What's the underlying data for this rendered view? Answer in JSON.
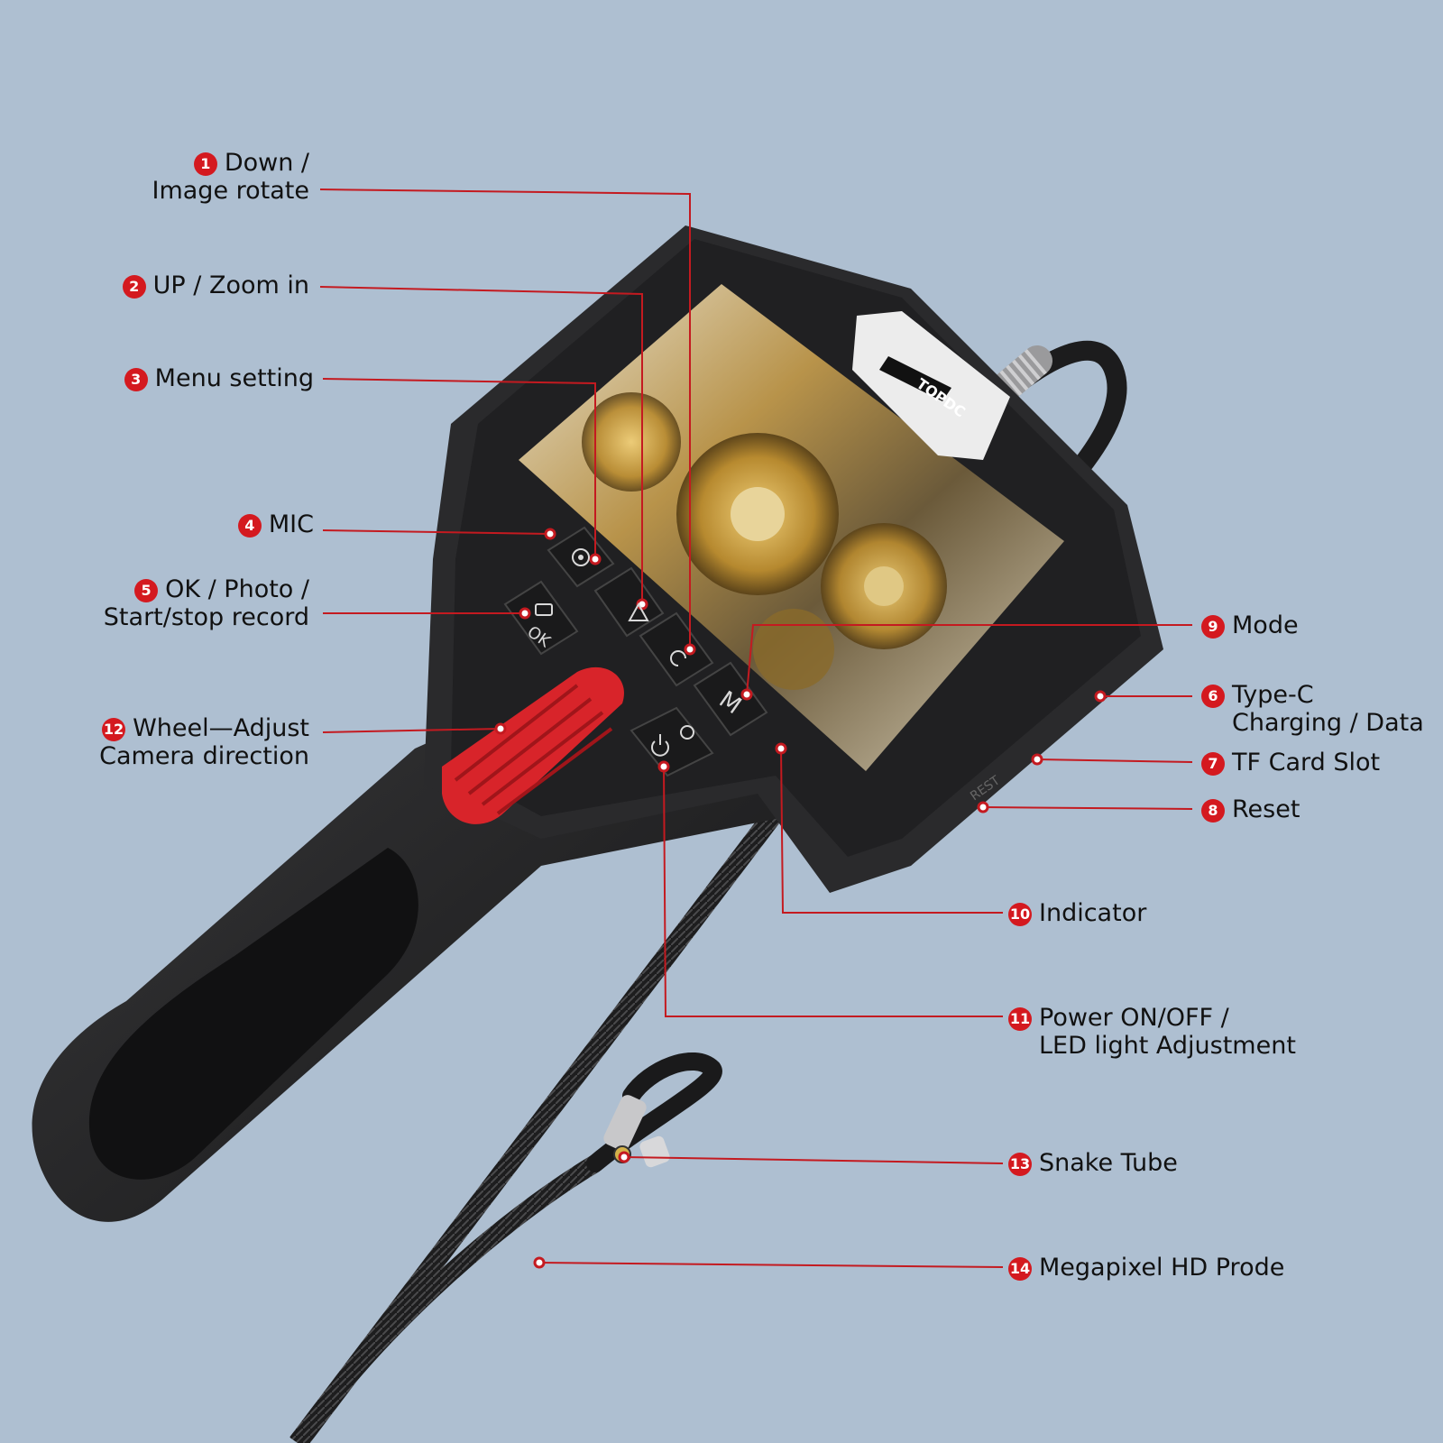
{
  "brand": {
    "logo_text": "TOPDC"
  },
  "device": {
    "ok_label": "OK",
    "mode_label": "M",
    "reset_label": "REST"
  },
  "callouts": [
    {
      "num": "1",
      "line1": "Down /",
      "line2": "Image rotate"
    },
    {
      "num": "2",
      "line1": "UP / Zoom in",
      "line2": ""
    },
    {
      "num": "3",
      "line1": "Menu setting",
      "line2": ""
    },
    {
      "num": "4",
      "line1": "MIC",
      "line2": ""
    },
    {
      "num": "5",
      "line1": "OK / Photo /",
      "line2": "Start/stop record"
    },
    {
      "num": "12",
      "line1": "Wheel—Adjust",
      "line2": "Camera direction"
    },
    {
      "num": "9",
      "line1": "Mode",
      "line2": ""
    },
    {
      "num": "6",
      "line1": "Type-C",
      "line2": "Charging / Data"
    },
    {
      "num": "7",
      "line1": "TF Card Slot",
      "line2": ""
    },
    {
      "num": "8",
      "line1": "Reset",
      "line2": ""
    },
    {
      "num": "10",
      "line1": "Indicator",
      "line2": ""
    },
    {
      "num": "11",
      "line1": "Power ON/OFF  /",
      "line2": "LED light Adjustment"
    },
    {
      "num": "13",
      "line1": "Snake Tube",
      "line2": ""
    },
    {
      "num": "14",
      "line1": "Megapixel HD Prode",
      "line2": ""
    }
  ],
  "colors": {
    "background": "#aebfd1",
    "accent_red": "#d4191f",
    "device_body": "#2b2b2d",
    "screen_gold": "#c9a24a"
  }
}
